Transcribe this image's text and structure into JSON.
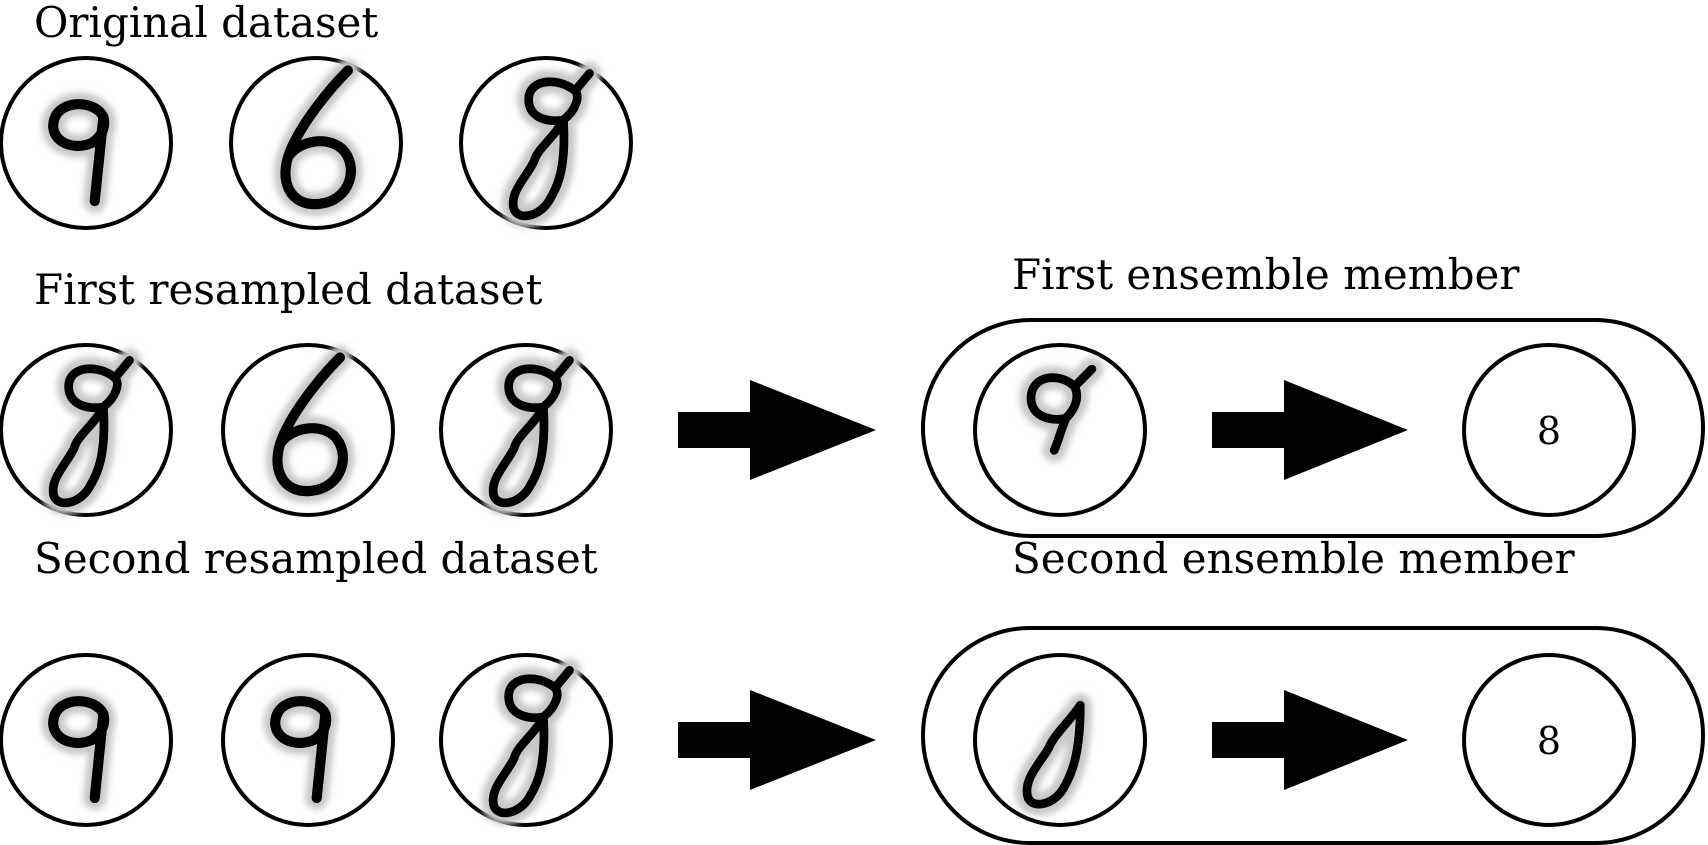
{
  "labels": {
    "original_dataset": "Original dataset",
    "first_resampled_dataset": "First resampled dataset",
    "second_resampled_dataset": "Second resampled dataset",
    "first_ensemble_member": "First ensemble member",
    "second_ensemble_member": "Second ensemble member"
  },
  "original_digits": [
    "9",
    "6",
    "8"
  ],
  "first_resampled_digits": [
    "8",
    "6",
    "8"
  ],
  "second_resampled_digits": [
    "9",
    "9",
    "8"
  ],
  "first_member": {
    "input_digit_fragment": "top loop of 8",
    "prediction": "8"
  },
  "second_member": {
    "input_digit_fragment": "bottom loop of 8",
    "prediction": "8"
  },
  "colors": {
    "stroke": "#000000",
    "digit_halo": "#c8c8c8",
    "background": "#ffffff"
  }
}
